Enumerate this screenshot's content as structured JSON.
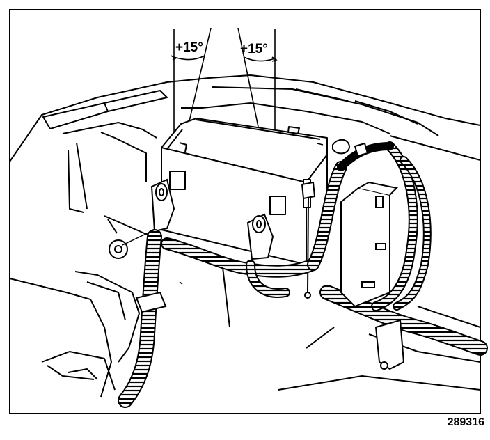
{
  "figure": {
    "angle_left": "+15°",
    "angle_right": "+15°",
    "figure_number": "289316"
  },
  "colors": {
    "ink": "#000000",
    "paper": "#ffffff"
  },
  "icons": [
    "battery-icon",
    "cable-clamp-icon",
    "wire-harness-icon",
    "bolt-icon",
    "fuse-block-icon"
  ]
}
